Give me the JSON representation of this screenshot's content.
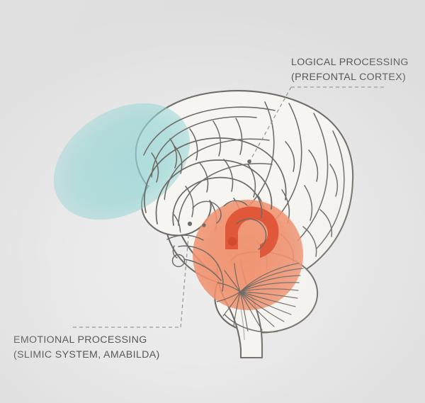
{
  "diagram": {
    "type": "anatomical-illustration",
    "subject": "human-brain-sagittal-section",
    "background_color": "#e9e9e9",
    "outline_color": "#6e6b66",
    "annotations": [
      {
        "id": "logical",
        "line1": "LOGICAL PROCESSING",
        "line2": "(PREFONTAL CORTEX)",
        "text_color": "#575757",
        "highlight_color": "#9ed7d7",
        "leader": "dashed-gray",
        "position": "top-right"
      },
      {
        "id": "emotional",
        "line1": "EMOTIONAL PROCESSING",
        "line2": "(SLIMIC SYSTEM, AMABILDA)",
        "text_color": "#575757",
        "highlight_color": "#f0916e",
        "leader": "dashed-gray",
        "position": "bottom-left"
      }
    ],
    "regions": [
      {
        "name": "prefrontal-cortex-highlight",
        "shape": "ellipse",
        "color": "#8fd2d2",
        "opacity": 0.68
      },
      {
        "name": "limbic-system-highlight",
        "shape": "circle",
        "color": "#f0916e",
        "opacity": 0.9
      },
      {
        "name": "limbic-core",
        "shape": "hook",
        "color": "#e0573a"
      }
    ],
    "leader_color": "#9a9a9a"
  }
}
